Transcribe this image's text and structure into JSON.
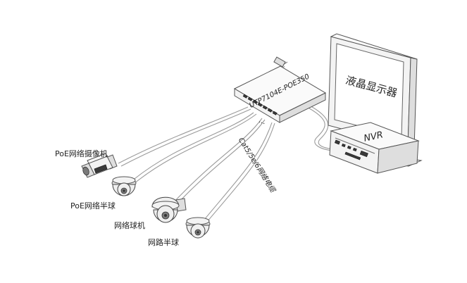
{
  "monitor": {
    "label": "液晶显示器"
  },
  "switch": {
    "label": "UTP7104E-POE350"
  },
  "nvr": {
    "label": "NVR"
  },
  "cable": {
    "label": "Cat5/5e/6网络电缆"
  },
  "devices": {
    "poe_camera": "PoE网络摄像机",
    "poe_halfdome": "PoE网络半球",
    "speed_dome": "网络球机",
    "halfdome": "网路半球"
  }
}
